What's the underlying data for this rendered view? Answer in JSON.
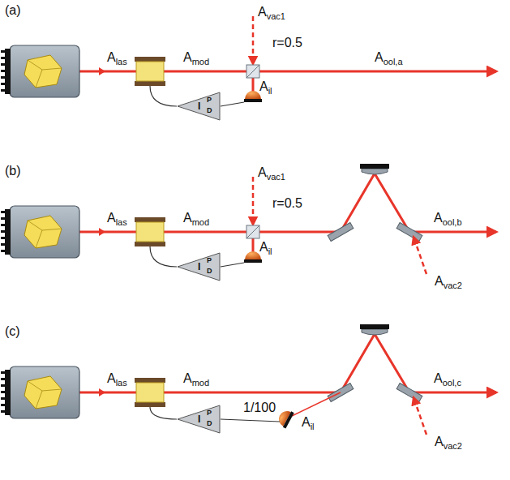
{
  "diagram": {
    "nodes": [
      {
        "text": [
          "I",
          "P",
          "D"
        ]
      },
      {
        "text": [
          "I",
          "P",
          "D"
        ]
      },
      {
        "text": [
          "I",
          "P",
          "D"
        ]
      }
    ],
    "labels": [
      "(a)",
      "Alas",
      "Amod",
      "Avac1",
      "r=0.5",
      "Ail",
      "Aool,a",
      "(b)",
      "Alas",
      "Amod",
      "Avac1",
      "r=0.5",
      "Ail",
      "Aool,b",
      "Avac2",
      "(c)",
      "Alas",
      "Amod",
      "Ail",
      "1/100",
      "Aool,c",
      "Avac2"
    ]
  }
}
